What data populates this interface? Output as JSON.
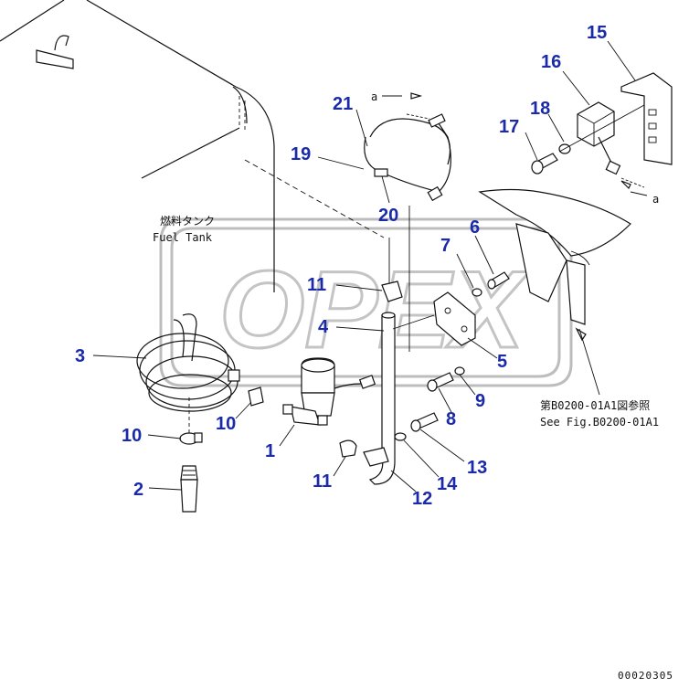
{
  "callouts": [
    "15",
    "16",
    "18",
    "17",
    "21",
    "19",
    "20",
    "6",
    "7",
    "11",
    "4",
    "5",
    "3",
    "9",
    "8",
    "10",
    "10",
    "1",
    "13",
    "11",
    "14",
    "12",
    "2"
  ],
  "labels": {
    "fuel_tank_jp": "燃料タンク",
    "fuel_tank_en": "Fuel Tank",
    "ref_a_top": "a",
    "ref_a_right": "a",
    "see_fig_jp": "第B0200-01A1図参照",
    "see_fig_en": "See Fig.B0200-01A1",
    "figure_number": "00020305"
  },
  "watermark": {
    "text": "OPEX",
    "color": "#bdbdbd"
  },
  "colors": {
    "callout": "#1a2aa8",
    "line": "#111111"
  }
}
